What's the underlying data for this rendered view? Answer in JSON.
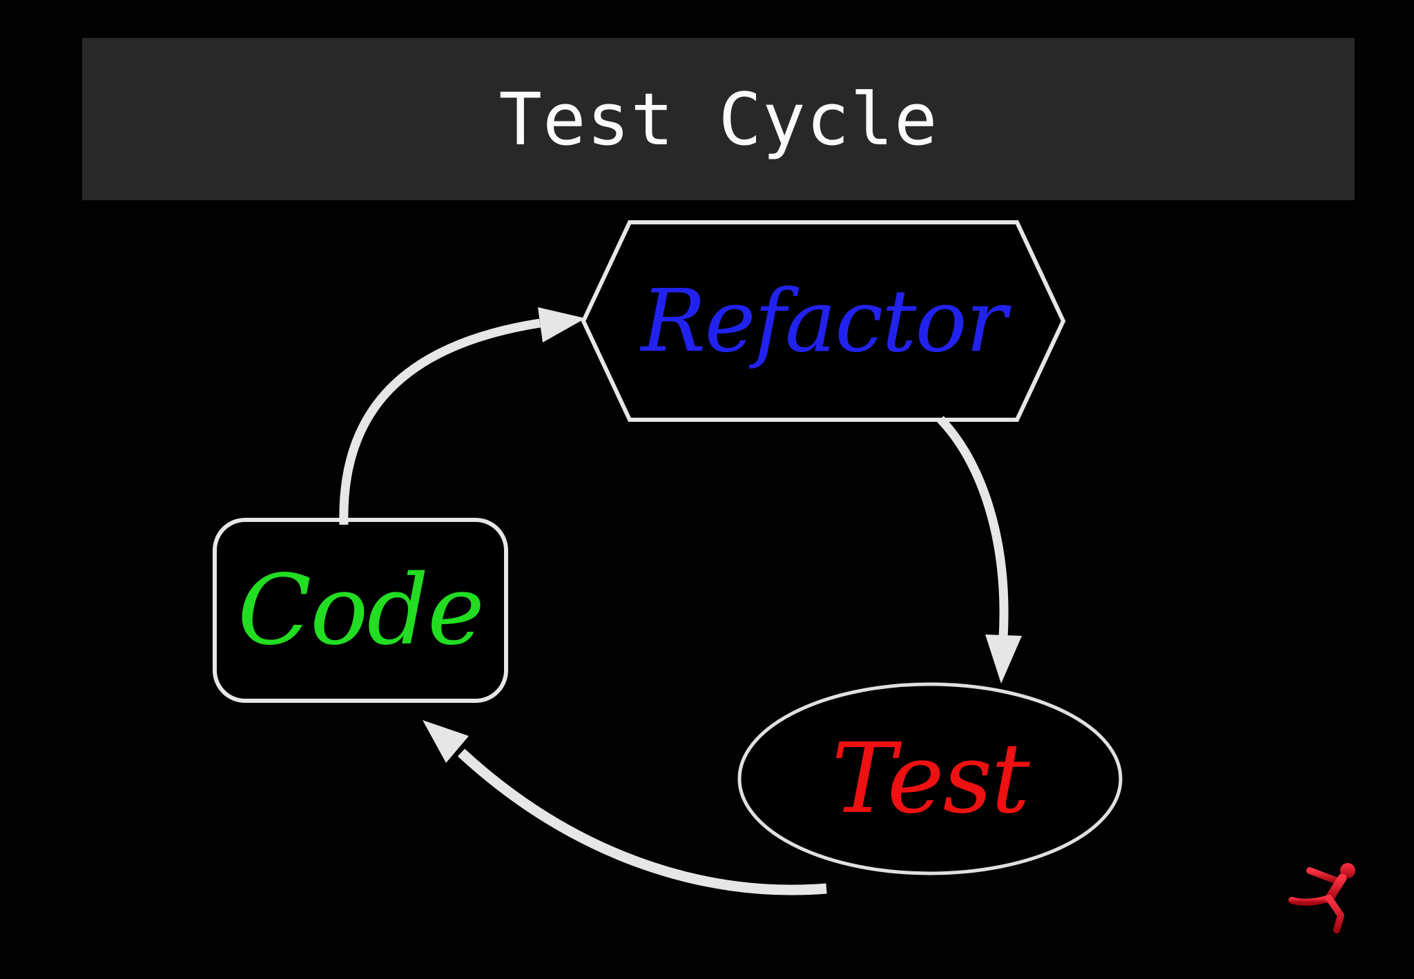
{
  "title": {
    "text": "Test Cycle"
  },
  "diagram": {
    "nodes": [
      {
        "id": "refactor",
        "label": "Refactor",
        "shape": "hexagon",
        "text_color": "#2222ee"
      },
      {
        "id": "code",
        "label": "Code",
        "shape": "rounded-rectangle",
        "text_color": "#22dd22"
      },
      {
        "id": "test",
        "label": "Test",
        "shape": "ellipse",
        "text_color": "#ee1111"
      }
    ],
    "edges": [
      {
        "from": "code",
        "to": "refactor"
      },
      {
        "from": "refactor",
        "to": "test"
      },
      {
        "from": "test",
        "to": "code"
      }
    ]
  },
  "logo": {
    "name": "running-figure-logo",
    "color": "#d5101e"
  },
  "colors": {
    "background": "#020202",
    "title_bar": "#282828",
    "title": "#fafafa",
    "outline": "#e6e6e6",
    "arrow": "#e6e6e6",
    "refactor": "#2222ee",
    "code": "#22dd22",
    "test": "#ee1111"
  }
}
